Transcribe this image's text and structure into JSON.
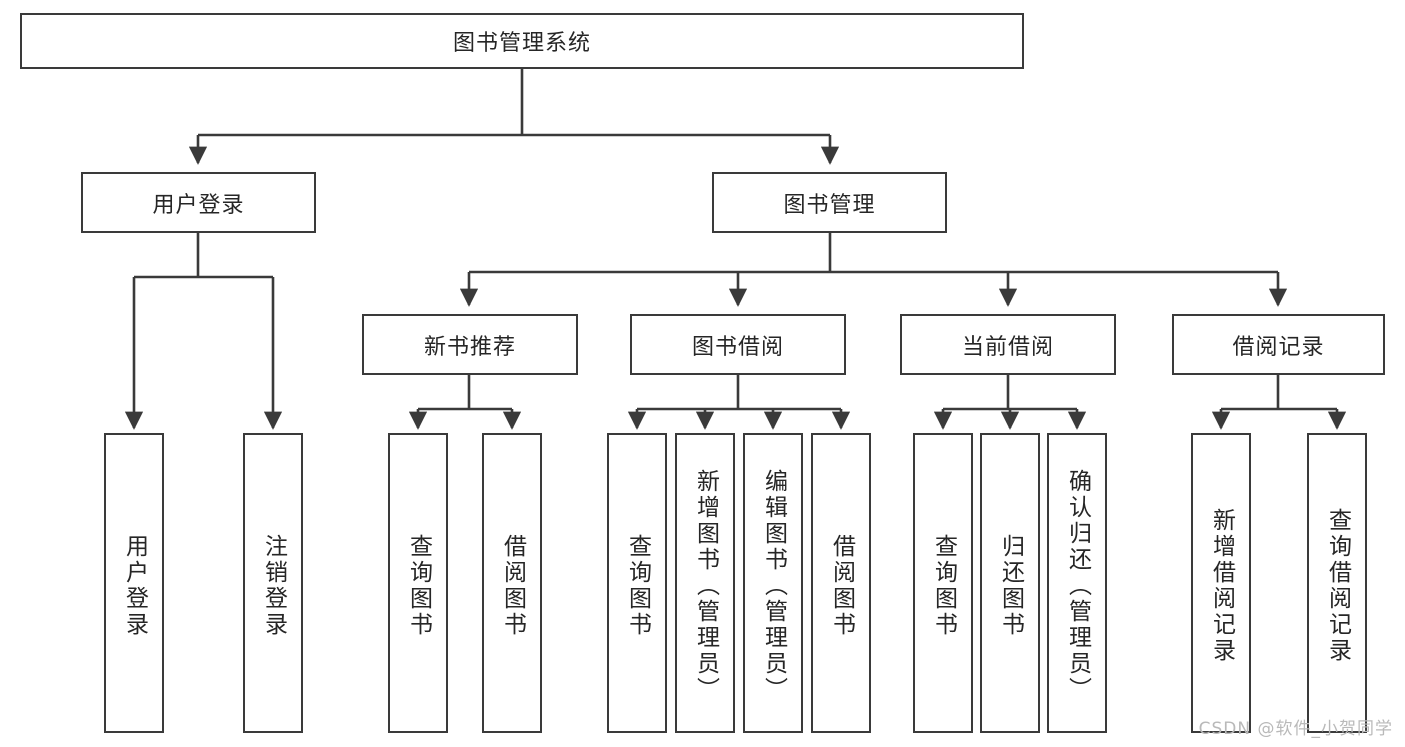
{
  "diagram": {
    "title_node": {
      "label": "图书管理系统"
    },
    "level2": [
      {
        "id": "user-login",
        "label": "用户登录"
      },
      {
        "id": "book-manage",
        "label": "图书管理"
      }
    ],
    "level3": [
      {
        "id": "new-book-recommend",
        "label": "新书推荐"
      },
      {
        "id": "book-borrow",
        "label": "图书借阅"
      },
      {
        "id": "current-borrow",
        "label": "当前借阅"
      },
      {
        "id": "borrow-record",
        "label": "借阅记录"
      }
    ],
    "leaves": [
      {
        "id": "leaf-user-login",
        "label": "用户登录"
      },
      {
        "id": "leaf-logout-login",
        "label": "注销登录"
      },
      {
        "id": "leaf-query-book-1",
        "label": "查询图书"
      },
      {
        "id": "leaf-borrow-book-1",
        "label": "借阅图书"
      },
      {
        "id": "leaf-query-book-2",
        "label": "查询图书"
      },
      {
        "id": "leaf-add-book",
        "label": "新增图书（管理员）"
      },
      {
        "id": "leaf-edit-book",
        "label": "编辑图书（管理员）"
      },
      {
        "id": "leaf-borrow-book-2",
        "label": "借阅图书"
      },
      {
        "id": "leaf-query-book-3",
        "label": "查询图书"
      },
      {
        "id": "leaf-return-book",
        "label": "归还图书"
      },
      {
        "id": "leaf-confirm-return",
        "label": "确认归还（管理员）"
      },
      {
        "id": "leaf-add-record",
        "label": "新增借阅记录"
      },
      {
        "id": "leaf-query-record",
        "label": "查询借阅记录"
      }
    ],
    "watermark": "CSDN @软件_小贺同学",
    "colors": {
      "stroke": "#3a3a3a",
      "fill": "#ffffff",
      "text": "#262626",
      "watermark": "#b9b9b9"
    }
  }
}
